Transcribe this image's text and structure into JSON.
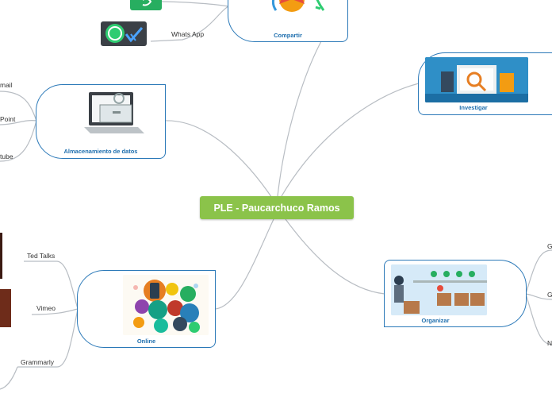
{
  "central": {
    "title": "PLE - Paucarchuco Ramos"
  },
  "nodes": {
    "compartir": {
      "label": "Compartir"
    },
    "investigar": {
      "label": "Investigar"
    },
    "almacenamiento": {
      "label": "Almacenamiento de datos"
    },
    "organizar": {
      "label": "Organizar"
    },
    "online": {
      "label": "Online"
    }
  },
  "leaves": {
    "whatsapp": "Whats App",
    "email": "mail",
    "powerpoint": "Point",
    "youtube": "tube",
    "ted": "Ted Talks",
    "vimeo": "Vimeo",
    "grammarly": "Grammarly",
    "org1": "G",
    "org2": "G",
    "org3": "N"
  },
  "colors": {
    "central": "#8bc34a",
    "node_border": "#2b79b8",
    "link": "#b8bdc3"
  }
}
